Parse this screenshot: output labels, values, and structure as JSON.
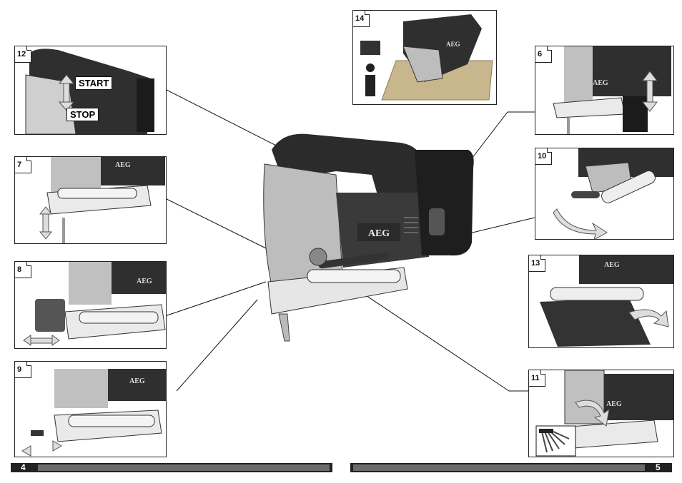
{
  "figures": [
    {
      "id": "fig-12",
      "number": "12",
      "labels": {
        "start": "START",
        "stop": "STOP"
      }
    },
    {
      "id": "fig-7",
      "number": "7"
    },
    {
      "id": "fig-8",
      "number": "8"
    },
    {
      "id": "fig-9",
      "number": "9"
    },
    {
      "id": "fig-14",
      "number": "14"
    },
    {
      "id": "fig-6",
      "number": "6"
    },
    {
      "id": "fig-10",
      "number": "10"
    },
    {
      "id": "fig-13",
      "number": "13"
    },
    {
      "id": "fig-11",
      "number": "11"
    }
  ],
  "brand": "AEG",
  "footer": {
    "left_page": "4",
    "right_page": "5"
  },
  "colors": {
    "tool_dark": "#2b2b2b",
    "tool_mid": "#555555",
    "tool_light": "#c8c8c8",
    "footer_bar": "#222222",
    "footer_inner": "#6b6b6b"
  }
}
